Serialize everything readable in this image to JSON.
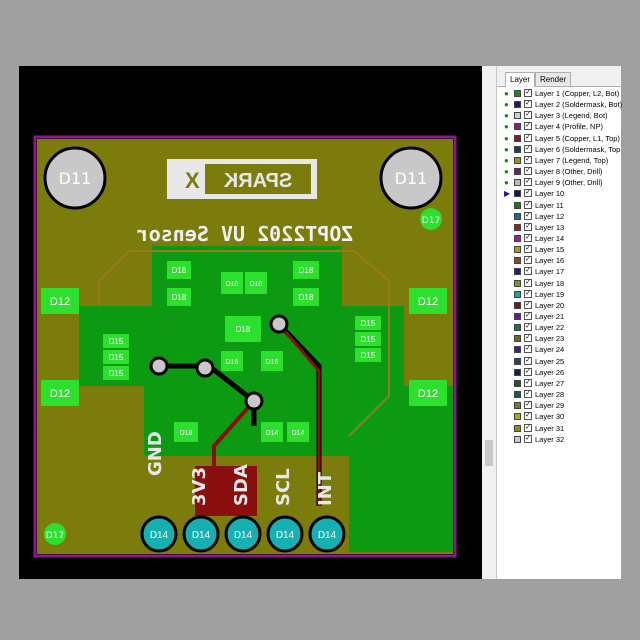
{
  "panel": {
    "tabs": [
      {
        "label": "Layer",
        "active": true
      },
      {
        "label": "Render",
        "active": false
      }
    ],
    "layers": [
      {
        "label": "Layer 1 (Copper, L2, Bot)",
        "color": "#1a8a1a",
        "dot": "●"
      },
      {
        "label": "Layer 2 (Soldermask, Bot)",
        "color": "#1a1a6e",
        "dot": "●"
      },
      {
        "label": "Layer 3 (Legend, Bot)",
        "color": "#d0d0d0",
        "dot": "●"
      },
      {
        "label": "Layer 4 (Profile, NP)",
        "color": "#8a1a8a",
        "dot": "●"
      },
      {
        "label": "Layer 5 (Copper, L1, Top)",
        "color": "#8a1a1a",
        "dot": "●"
      },
      {
        "label": "Layer 6 (Soldermask, Top",
        "color": "#0a4a4a",
        "dot": "●"
      },
      {
        "label": "Layer 7 (Legend, Top)",
        "color": "#9a9a1a",
        "dot": "●"
      },
      {
        "label": "Layer 8 (Other, Drill)",
        "color": "#6e1a6e",
        "dot": "●"
      },
      {
        "label": "Layer 9 (Other, Drill)",
        "color": "#bcbcbc",
        "dot": "●"
      },
      {
        "label": "Layer 10",
        "color": "#10106a",
        "dot": "▶"
      },
      {
        "label": "Layer 11",
        "color": "#1a7a1a",
        "dot": ""
      },
      {
        "label": "Layer 12",
        "color": "#1a6a8a",
        "dot": ""
      },
      {
        "label": "Layer 13",
        "color": "#a01a1a",
        "dot": ""
      },
      {
        "label": "Layer 14",
        "color": "#a01a9a",
        "dot": ""
      },
      {
        "label": "Layer 15",
        "color": "#a0a01a",
        "dot": ""
      },
      {
        "label": "Layer 16",
        "color": "#8a4a1a",
        "dot": ""
      },
      {
        "label": "Layer 17",
        "color": "#1a1a9a",
        "dot": ""
      },
      {
        "label": "Layer 18",
        "color": "#6aa01a",
        "dot": ""
      },
      {
        "label": "Layer 19",
        "color": "#1aa0a0",
        "dot": ""
      },
      {
        "label": "Layer 20",
        "color": "#6a1a1a",
        "dot": ""
      },
      {
        "label": "Layer 21",
        "color": "#6a1a8a",
        "dot": ""
      },
      {
        "label": "Layer 22",
        "color": "#1a6a6a",
        "dot": ""
      },
      {
        "label": "Layer 23",
        "color": "#6a6a1a",
        "dot": ""
      },
      {
        "label": "Layer 24",
        "color": "#4a1a8a",
        "dot": ""
      },
      {
        "label": "Layer 25",
        "color": "#1a4a6a",
        "dot": ""
      },
      {
        "label": "Layer 26",
        "color": "#1a1a5a",
        "dot": ""
      },
      {
        "label": "Layer 27",
        "color": "#1a5a1a",
        "dot": ""
      },
      {
        "label": "Layer 28",
        "color": "#1a5a5a",
        "dot": ""
      },
      {
        "label": "Layer 29",
        "color": "#7a7a1a",
        "dot": ""
      },
      {
        "label": "Layer 30",
        "color": "#aaaa1a",
        "dot": ""
      },
      {
        "label": "Layer 31",
        "color": "#8a8a2a",
        "dot": ""
      },
      {
        "label": "Layer 32",
        "color": "#c8c8c8",
        "dot": ""
      }
    ]
  },
  "board": {
    "colors": {
      "board": "#7b7c0c",
      "copper": "#0b9a12",
      "pad": "#2ee02e",
      "trace_top": "#8a1010",
      "outline": "#8a1a8a",
      "silk": "#e8e8e8",
      "drill": "#c8c8c8"
    },
    "logo_text": "SPARK",
    "logo_mark": "X",
    "product_text": "ZOPT2202 UV Sensor",
    "mount_holes": [
      "D11",
      "D11"
    ],
    "small_vias": [
      "D17",
      "D17"
    ],
    "side_pads": [
      "D12",
      "D12",
      "D12",
      "D12"
    ],
    "ic_pads": [
      "D18",
      "D18",
      "D18",
      "D18",
      "D10",
      "D10",
      "D18"
    ],
    "left_pads": [
      "D15",
      "D15",
      "D15"
    ],
    "right_pads": [
      "D15",
      "D15",
      "D15"
    ],
    "center_pads": [
      "D16",
      "D16"
    ],
    "lower_pads": [
      "D18",
      "D14",
      "D14"
    ],
    "pin_labels": [
      "GND",
      "3V3",
      "SDA",
      "SCL",
      "INT"
    ],
    "header_pads": [
      "D14",
      "D14",
      "D14",
      "D14",
      "D14"
    ]
  }
}
